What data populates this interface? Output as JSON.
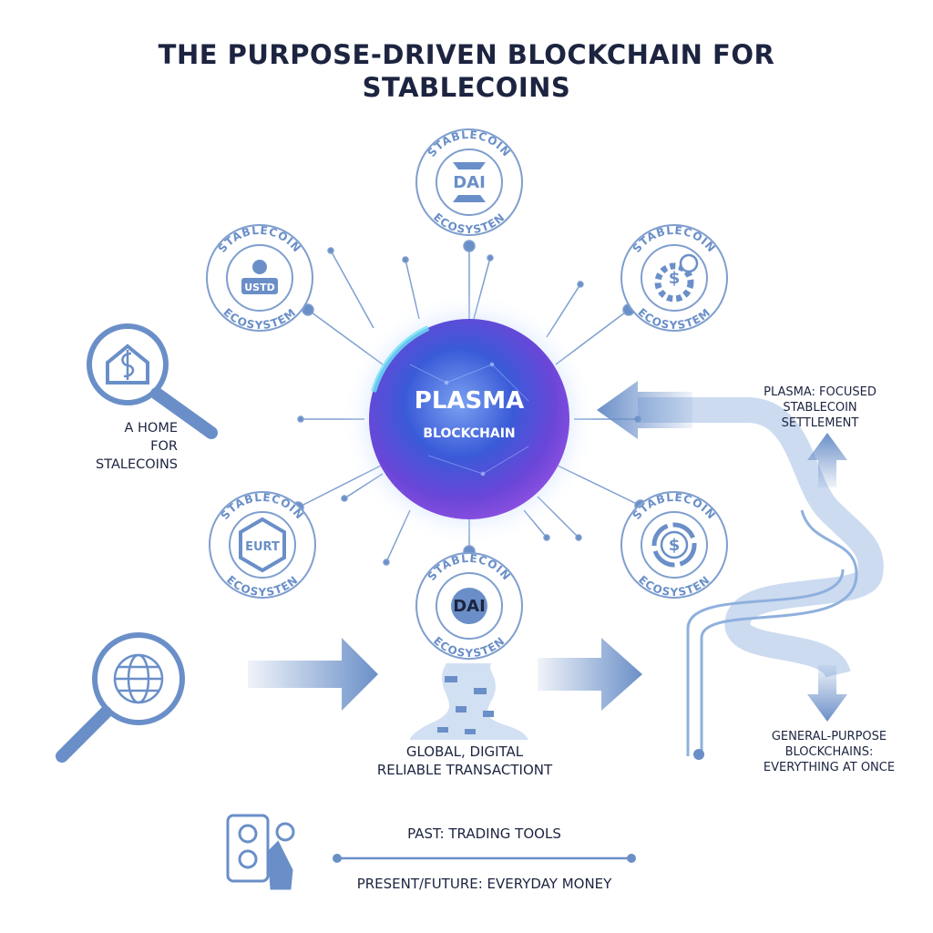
{
  "title": {
    "line1": "THE PURPOSE-DRIVEN BLOCKCHAIN FOR",
    "line2": "STABLECOINS"
  },
  "center": {
    "name": "PLASMA",
    "subtitle": "BLOCKCHAIN"
  },
  "badges": [
    {
      "top": "STABLECOIN",
      "bottom": "ECOSYSTEN",
      "symbol": "DAI",
      "icon": "dai-icon"
    },
    {
      "top": "STABLECOIN",
      "bottom": "ECOSYSTEM",
      "symbol": "USTD",
      "icon": "user-icon"
    },
    {
      "top": "STABLECOIN",
      "bottom": "ECOSYSTEM",
      "symbol": "$",
      "icon": "gear-dollar-icon"
    },
    {
      "top": "STABLECOIN",
      "bottom": "ECOSYSTEN",
      "symbol": "EURT",
      "icon": "hexagon-icon"
    },
    {
      "top": "STABLECOIN",
      "bottom": "ECOSYSTEN",
      "symbol": "$",
      "icon": "cycle-dollar-icon"
    },
    {
      "top": "STABLECOIN",
      "bottom": "ECOSYSTEN",
      "symbol": "DAI",
      "icon": "coin-icon"
    }
  ],
  "labels": {
    "home": {
      "line1": "A HOME",
      "line2": "FOR STALECOINS"
    },
    "plasma_focus": {
      "line1": "PLASMA: FOCUSED",
      "line2": "STABLECOIN",
      "line3": "SETTLEMENT"
    },
    "general": {
      "line1": "GENERAL-PURPOSE",
      "line2": "BLOCKCHAINS:",
      "line3": "EVERYTHING AT ONCE"
    },
    "global": {
      "line1": "GLOBAL, DIGITAL",
      "line2": "RELIABLE TRANSACTIONT"
    },
    "past": "PAST: TRADING TOOLS",
    "present": "PRESENT/FUTURE: EVERYDAY MONEY"
  },
  "colors": {
    "accent": "#6a8fc8",
    "text": "#1c2440",
    "sphere_blue": "#3a5bd8",
    "sphere_purple": "#8a4fe0",
    "sphere_cyan": "#5fd6f0"
  }
}
